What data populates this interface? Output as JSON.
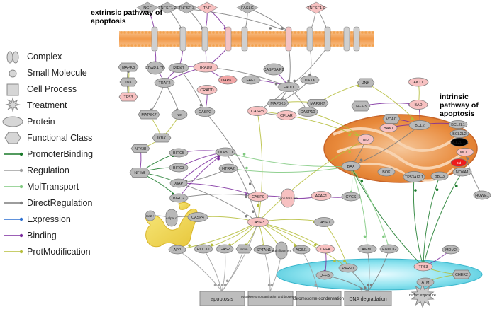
{
  "titles": {
    "extrinsic": "extrinsic pathway of apoptosis",
    "intrinsic": "intrinsic pathway of apoptosis"
  },
  "legend": {
    "complex": "Complex",
    "small_molecule": "Small Molecule",
    "cell_process": "Cell Process",
    "treatment": "Treatment",
    "protein": "Protein",
    "functional_class": "Functional Class",
    "promoter_binding": "PromoterBinding",
    "regulation": "Regulation",
    "mol_transport": "MolTransport",
    "direct_regulation": "DirectRegulation",
    "expression": "Expression",
    "binding": "Binding",
    "prot_modification": "ProtModification"
  },
  "colors": {
    "promoter_binding": "#1a7a2a",
    "regulation": "#9e9e9e",
    "mol_transport": "#7fc97f",
    "direct_regulation": "#7d7d7d",
    "expression": "#2b6fd1",
    "binding": "#7b2b9e",
    "prot_modification": "#b5bd3a",
    "pink_node": "#f7c1c1",
    "gray_node": "#b9b9b9",
    "membrane": "#f4b06a",
    "mitochondrion": "#e58a3c",
    "nucleus": "#6ed8e8"
  },
  "ligands": {
    "ngf": "NGF",
    "tnfsf12": "TNFSF1 2",
    "tnfsf13": "TNFSF 3",
    "tnf": "TNF",
    "faslg": "FASLG",
    "tnfsf10": "TNFSF1 0"
  },
  "nodes": {
    "mapk8": "MAPK8",
    "jnk1": "JNK",
    "tp53a": "TP53",
    "edaradd": "EDARA DD",
    "ripk1": "RIPK1",
    "tradd": "TRADD",
    "dapk1": "DAPK1",
    "faf1": "FAF1",
    "casp8ap2": "CASP8A P2",
    "fadd": "FADD",
    "daxx": "DAXX",
    "traf2": "TRAF2",
    "cradd": "CRADD",
    "map3k5": "MAP3K5",
    "map2k7": "MAP2K7",
    "jnk2": "JNK",
    "akt1": "AKT1",
    "map3k7": "MAP3K7",
    "nik": "NIK",
    "casp2": "CASP2",
    "cflar": "CFLAR",
    "casp8": "CASP8",
    "casp10": "CASP10",
    "bad": "BAD",
    "ikbk": "IKBK",
    "nfkbi": "NFKBI",
    "n1433": "14-3-3",
    "vdac": "VDAC",
    "bcl2": "BCL2",
    "bcl2l1": "BCL2L1",
    "bcl2l2": "BCL2L2",
    "bcl2l11": "BCL2L 1 1",
    "mcl1": "MCL1",
    "bid": "BID",
    "bak1": "BAK1",
    "birc5": "BIRC5",
    "diablo": "DIABLO",
    "birc3": "BIRC3",
    "nfkb": "NF-kB",
    "htra2": "HTRA2",
    "xiap": "XIAP",
    "birc2": "BIRC2",
    "bax": "BAX",
    "bok": "BOK",
    "tp53aip1": "TP53AIP 1",
    "bbc3": "BBC3",
    "noxa1": "NOXA1",
    "bid2": "Bid",
    "huwe1": "HUWE1",
    "casp9": "CASP9",
    "apoptosome": "apop toso me",
    "apaf1": "APAF1",
    "cycs": "CYCS",
    "ca2": "Ca2 +",
    "calpain": "calpai n",
    "casp4": "CASP4",
    "casp3": "CASP3",
    "casp7": "CASP7",
    "app": "APP",
    "rock1": "ROCK1",
    "gas2": "GAS2",
    "lamin": "lamin",
    "sptan1": "SPTAN1",
    "actin": "actin filam ent",
    "acin1": "ACIN1",
    "dffa": "DFFA",
    "aifm1": "AIFM1",
    "endog": "ENDOG",
    "mdm2": "MDM2",
    "parp1": "PARP1",
    "dffb": "DFFB",
    "tp53b": "TP53",
    "chek2": "CHEK2",
    "atm": "ATM",
    "redox": "redox exposure"
  },
  "processes": {
    "apoptosis": "apoptosis",
    "cytoskeleton": "cytoskeleton organization and biogenesis",
    "chromosome": "chromosome condensation",
    "dna_degradation": "DNA degradation"
  }
}
